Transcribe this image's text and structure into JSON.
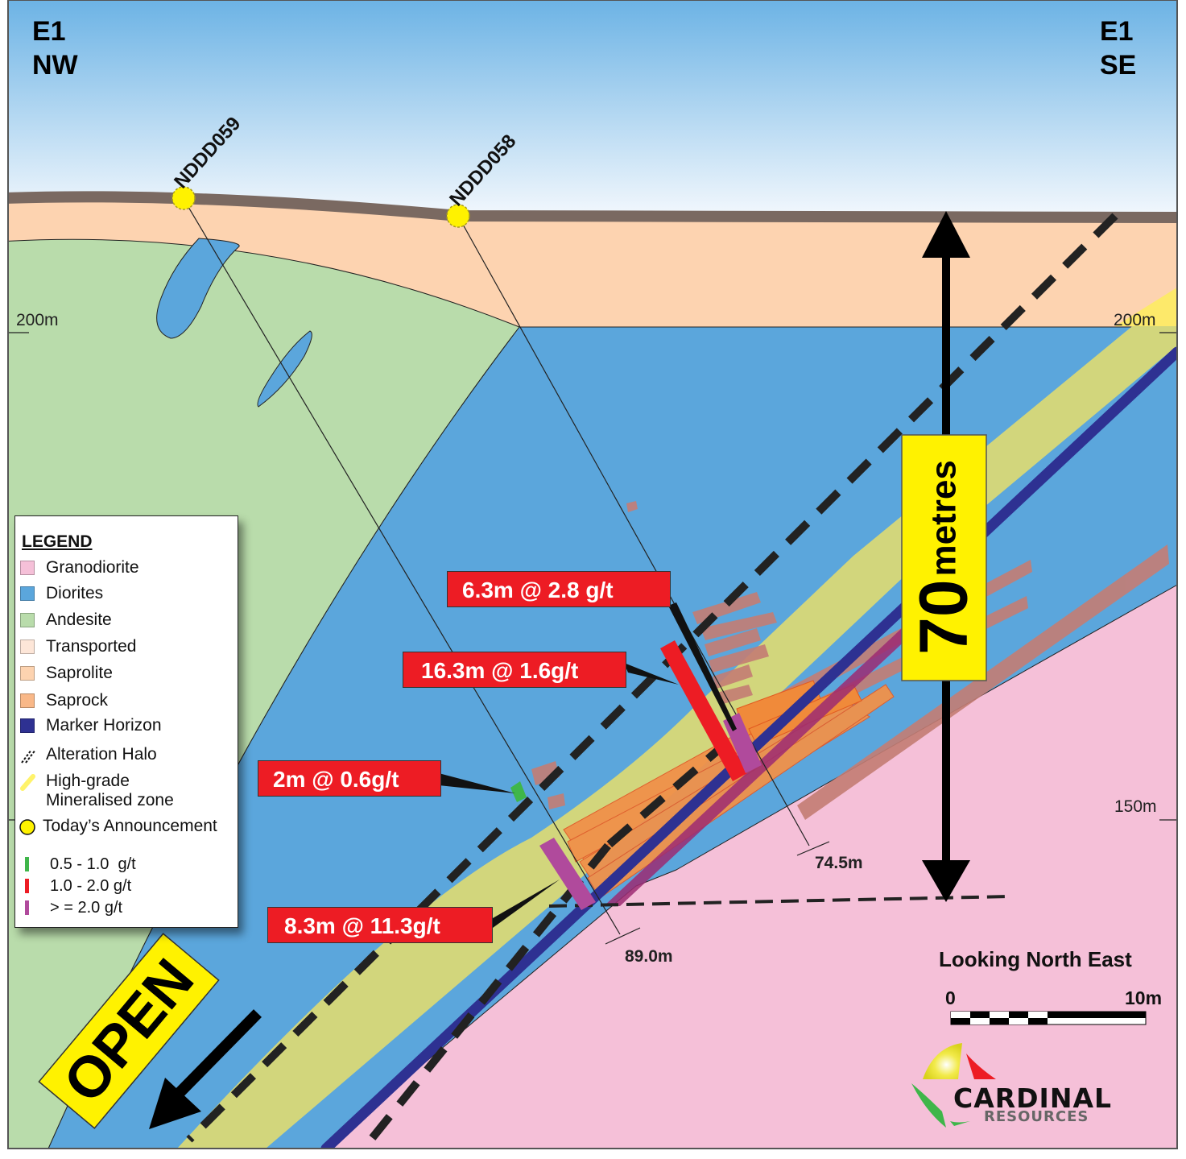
{
  "section": {
    "left_label_line1": "E1",
    "left_label_line2": "NW",
    "right_label_line1": "E1",
    "right_label_line2": "SE",
    "view_direction": "Looking North East"
  },
  "elevation_ticks": [
    {
      "label": "200m",
      "side": "left"
    },
    {
      "label": "200m",
      "side": "right"
    },
    {
      "label": "150m",
      "side": "right"
    }
  ],
  "drillholes": [
    {
      "id": "NDDD059",
      "end_depth": "89.0m"
    },
    {
      "id": "NDDD058",
      "end_depth": "74.5m"
    }
  ],
  "intercepts": [
    {
      "label": "6.3m @ 2.8 g/t"
    },
    {
      "label": "16.3m @ 1.6g/t"
    },
    {
      "label": "2m @ 0.6g/t"
    },
    {
      "label": "8.3m @ 11.3g/t"
    }
  ],
  "annotations": {
    "vertical_extent_number": "70",
    "vertical_extent_unit": "metres",
    "open_label": "OPEN"
  },
  "scale_bar": {
    "start": "0",
    "end": "10m"
  },
  "logo": {
    "name": "CARDINAL",
    "subtitle": "RESOURCES"
  },
  "legend": {
    "title": "LEGEND",
    "lithology": [
      {
        "label": "Granodiorite",
        "color": "#f5c0d8"
      },
      {
        "label": "Diorites",
        "color": "#5ba6dc"
      },
      {
        "label": "Andesite",
        "color": "#b9dcab"
      },
      {
        "label": "Transported",
        "color": "#fde6d8"
      },
      {
        "label": "Saprolite",
        "color": "#fdd3b0"
      },
      {
        "label": "Saprock",
        "color": "#f9b888"
      },
      {
        "label": "Marker Horizon",
        "color": "#2e3192"
      }
    ],
    "symbols": [
      {
        "label": "Alteration Halo",
        "icon": "dashed-lines-icon"
      },
      {
        "label_line1": "High-grade",
        "label_line2": "Mineralised zone",
        "icon": "yellow-stroke-icon",
        "color": "#fff36a"
      },
      {
        "label": "Today’s Announcement",
        "icon": "yellow-circle-icon",
        "color": "#fff200"
      }
    ],
    "grades": [
      {
        "label": "0.5 - 1.0  g/t",
        "color": "#3fb64a"
      },
      {
        "label": "1.0 - 2.0 g/t",
        "color": "#ed1c24"
      },
      {
        "label": "> = 2.0 g/t",
        "color": "#b04a9c"
      }
    ]
  },
  "colors": {
    "sky_top": "#6db4e6",
    "sky_bottom": "#f4f8fd",
    "topography": "#7a6961",
    "saprolite": "#fdd3b0",
    "andesite": "#b9dcab",
    "diorite": "#5ba6dc",
    "granodiorite": "#f5c0d8",
    "mineralised_zone": "#d2d67c",
    "marker_horizon": "#2e3192",
    "intercept_label_bg": "#ed1c24",
    "extent_label_bg": "#fff200"
  }
}
